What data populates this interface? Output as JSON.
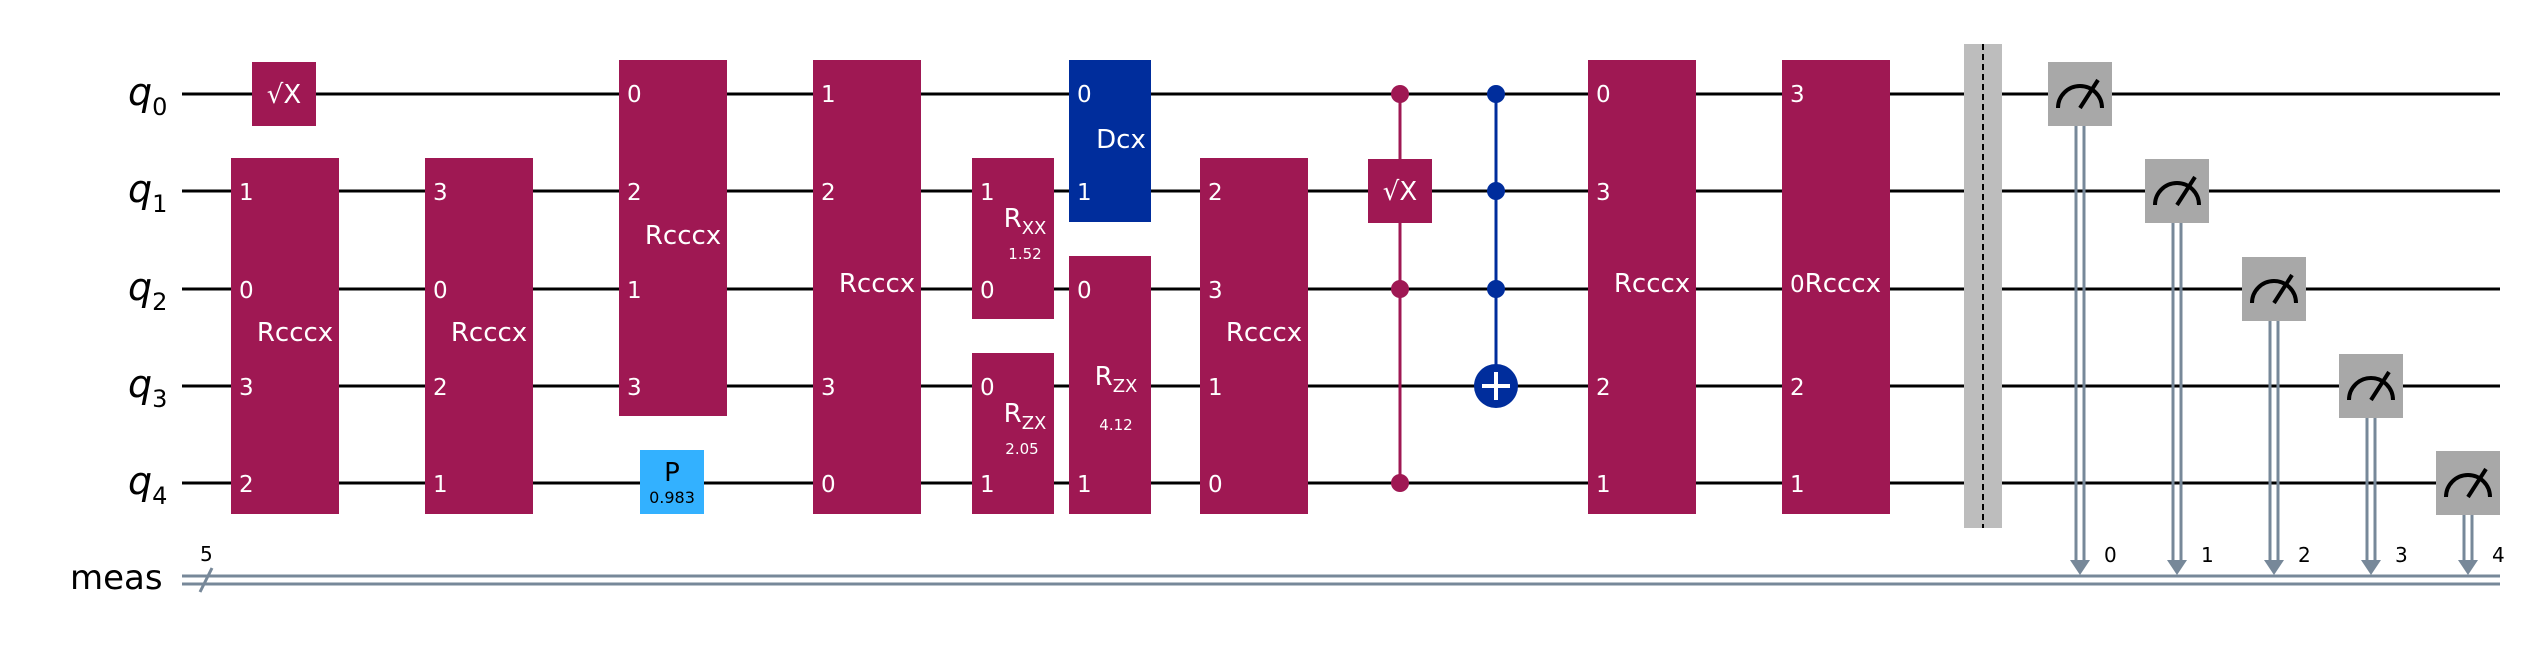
{
  "colors": {
    "rcccx": "#9f1853",
    "cz": "#9f1853",
    "dcx": "#002d9c",
    "cx": "#002d9c",
    "rot": "#9f1853",
    "phase": "#33b1ff",
    "measure": "#a8a8a8",
    "barrier": "#bdbdbd",
    "classical": "#778899",
    "wire": "#000000"
  },
  "wires": {
    "qubits": [
      {
        "name": "q",
        "index": "0"
      },
      {
        "name": "q",
        "index": "1"
      },
      {
        "name": "q",
        "index": "2"
      },
      {
        "name": "q",
        "index": "3"
      },
      {
        "name": "q",
        "index": "4"
      }
    ],
    "classical": {
      "label": "meas",
      "width": "5"
    }
  },
  "gates": {
    "sx0": {
      "label": "√X"
    },
    "rcccx1": {
      "label": "Rcccx",
      "pins": [
        "1",
        "0",
        "3",
        "2"
      ]
    },
    "rcccx2": {
      "label": "Rcccx",
      "pins": [
        "3",
        "0",
        "2",
        "1"
      ]
    },
    "rcccx3": {
      "label": "Rcccx",
      "pins": [
        "0",
        "2",
        "1",
        "3"
      ]
    },
    "p": {
      "label": "P",
      "param": "0.983"
    },
    "rcccx4": {
      "label": "Rcccx",
      "pins": [
        "1",
        "2",
        "",
        "3",
        "0"
      ]
    },
    "rxx": {
      "label": "R",
      "sub": "XX",
      "param": "1.52",
      "pins": [
        "1",
        "0"
      ]
    },
    "rzx1": {
      "label": "R",
      "sub": "ZX",
      "param": "2.05",
      "pins": [
        "0",
        "1"
      ]
    },
    "dcx": {
      "label": "Dcx",
      "pins": [
        "0",
        "1"
      ]
    },
    "rzx2": {
      "label": "R",
      "sub": "ZX",
      "param": "4.12",
      "pins": [
        "0",
        "1"
      ]
    },
    "rcccx5": {
      "label": "Rcccx",
      "pins": [
        "2",
        "3",
        "1",
        "0"
      ]
    },
    "csx": {
      "label": "√X"
    },
    "rcccx6": {
      "label": "Rcccx",
      "pins": [
        "0",
        "3",
        "",
        "2",
        "1"
      ]
    },
    "rcccx7": {
      "label": "Rcccx",
      "pins": [
        "3",
        "0",
        "2",
        "1"
      ]
    }
  },
  "measurements": {
    "bits": [
      "0",
      "1",
      "2",
      "3",
      "4"
    ]
  }
}
